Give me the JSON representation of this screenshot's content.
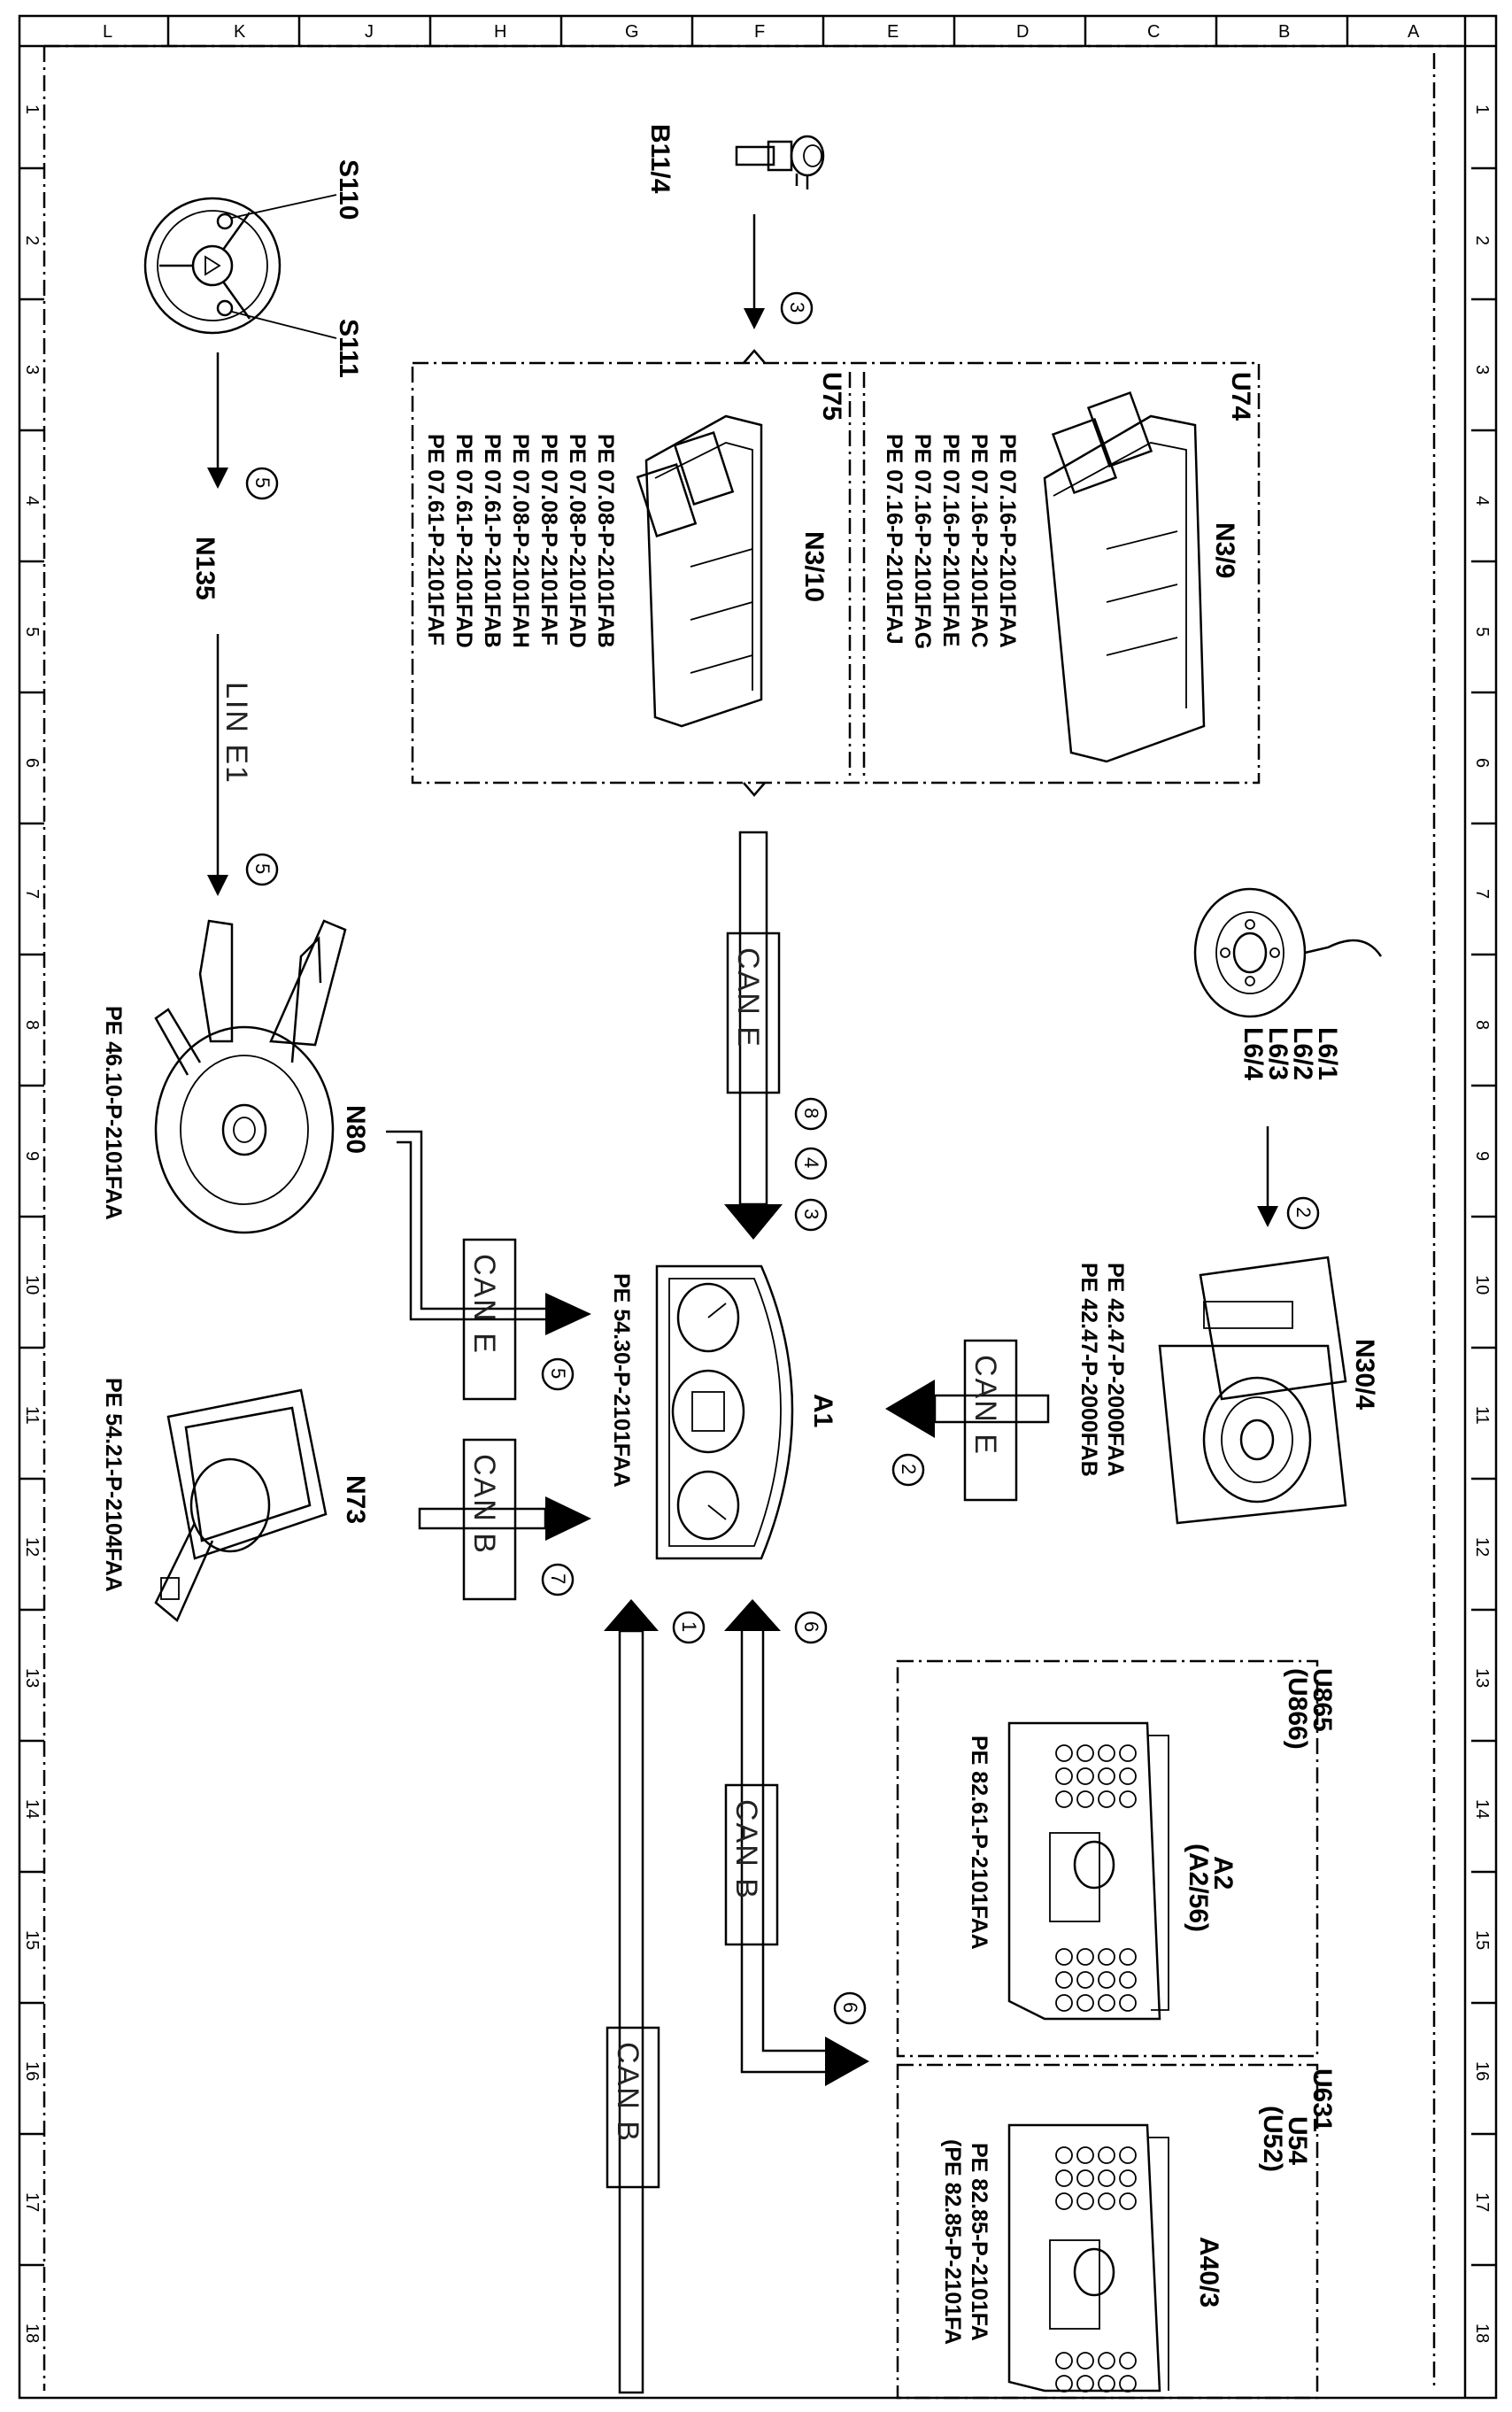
{
  "grid": {
    "letters": [
      "L",
      "K",
      "J",
      "H",
      "G",
      "F",
      "E",
      "D",
      "C",
      "B",
      "A"
    ],
    "numbers": [
      "1",
      "2",
      "3",
      "4",
      "5",
      "6",
      "7",
      "8",
      "9",
      "10",
      "11",
      "12",
      "13",
      "14",
      "15",
      "16",
      "17",
      "18"
    ]
  },
  "components": {
    "b11_4": "B11/4",
    "s110": "S110",
    "s111": "S111",
    "n135": "N135",
    "u74": "U74",
    "n3_9": "N3/9",
    "u75": "U75",
    "n3_10": "N3/10",
    "l6": [
      "L6/1",
      "L6/2",
      "L6/3",
      "L6/4"
    ],
    "n80": "N80",
    "a1": "A1",
    "n30_4": "N30/4",
    "n73": "N73",
    "u865": "U865",
    "u866": "(U866)",
    "a2": "A2",
    "a2_56": "(A2/56)",
    "u631": "U631",
    "u54": "U54",
    "u52": "(U52)",
    "a40_3": "A40/3"
  },
  "pe_refs": {
    "n3_9": [
      "PE 07.16-P-2101FAA",
      "PE 07.16-P-2101FAC",
      "PE 07.16-P-2101FAE",
      "PE 07.16-P-2101FAG",
      "PE 07.16-P-2101FAJ"
    ],
    "n3_10": [
      "PE 07.08-P-2101FAB",
      "PE 07.08-P-2101FAD",
      "PE 07.08-P-2101FAF",
      "PE 07.08-P-2101FAH",
      "PE 07.61-P-2101FAB",
      "PE 07.61-P-2101FAD",
      "PE 07.61-P-2101FAF"
    ],
    "n80": "PE 46.10-P-2101FAA",
    "a1": "PE 54.30-P-2101FAA",
    "n30_4": [
      "PE 42.47-P-2000FAA",
      "PE 42.47-P-2000FAB"
    ],
    "n73": "PE 54.21-P-2104FAA",
    "a2": "PE 82.61-P-2101FAA",
    "a40_3": [
      "PE 82.85-P-2101FA",
      "(PE 82.85-P-2101FA"
    ]
  },
  "buses": {
    "lin_e1": "LIN E1",
    "can_e": "CAN E",
    "can_b": "CAN B"
  },
  "signals": {
    "b11_4": "3",
    "s110": "5",
    "lin_e1": "5",
    "can_e_top": [
      "8",
      "4",
      "3"
    ],
    "l6": "2",
    "n30_4": "2",
    "n80": "5",
    "n73": "7",
    "can_b_left": "1",
    "can_b_right_top": "6",
    "can_b_right": "6"
  }
}
